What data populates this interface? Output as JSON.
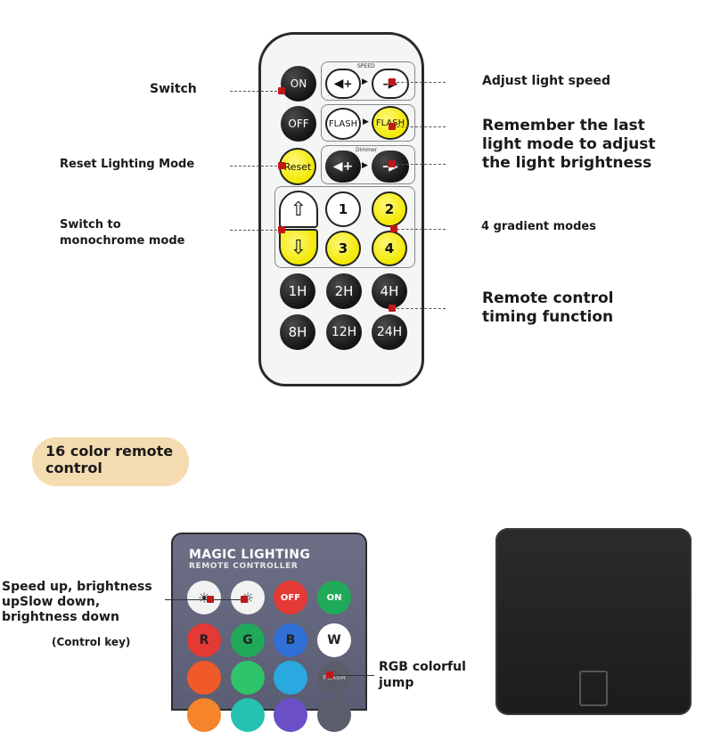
{
  "remote1": {
    "on": "ON",
    "off": "OFF",
    "reset": "Reset",
    "speed": "SPEED",
    "dimmer": "Dimmer",
    "flash1": "FLASH",
    "flash2": "FLASH",
    "plus": "+",
    "minus": "–",
    "modes": [
      "1",
      "2",
      "3",
      "4"
    ],
    "timers": [
      "1H",
      "2H",
      "4H",
      "8H",
      "12H",
      "24H"
    ]
  },
  "labels": {
    "switch": "Switch",
    "reset_mode": "Reset Lighting Mode",
    "mono_line1": "Switch to",
    "mono_line2": "monochrome mode",
    "speed": "Adjust light speed",
    "remember_line1": "Remember the last",
    "remember_line2": "light mode to adjust",
    "remember_line3": "the light brightness",
    "gradient": "4 gradient modes",
    "timing_line1": "Remote control",
    "timing_line2": "timing function",
    "speed_bright_line1": "Speed up, brightness",
    "speed_bright_line2": "upSlow down,",
    "speed_bright_line3": "brightness down",
    "control_key": "(Control key)",
    "rgb_line1": "RGB colorful",
    "rgb_line2": "jump"
  },
  "badge": {
    "line1": "16 color remote",
    "line2": "control"
  },
  "remote2": {
    "title": "MAGIC LIGHTING",
    "subtitle": "REMOTE CONTROLLER",
    "off": "OFF",
    "on": "ON",
    "r": "R",
    "g": "G",
    "b": "B",
    "w": "W",
    "flash": "FLASH"
  },
  "colors": {
    "badge_bg": "#f4dcb0",
    "dot": "#c01818",
    "yellow_btn": "#f2e800",
    "remote2_body": "#5f6278",
    "off_red": "#e53935",
    "on_green": "#1faa59"
  }
}
